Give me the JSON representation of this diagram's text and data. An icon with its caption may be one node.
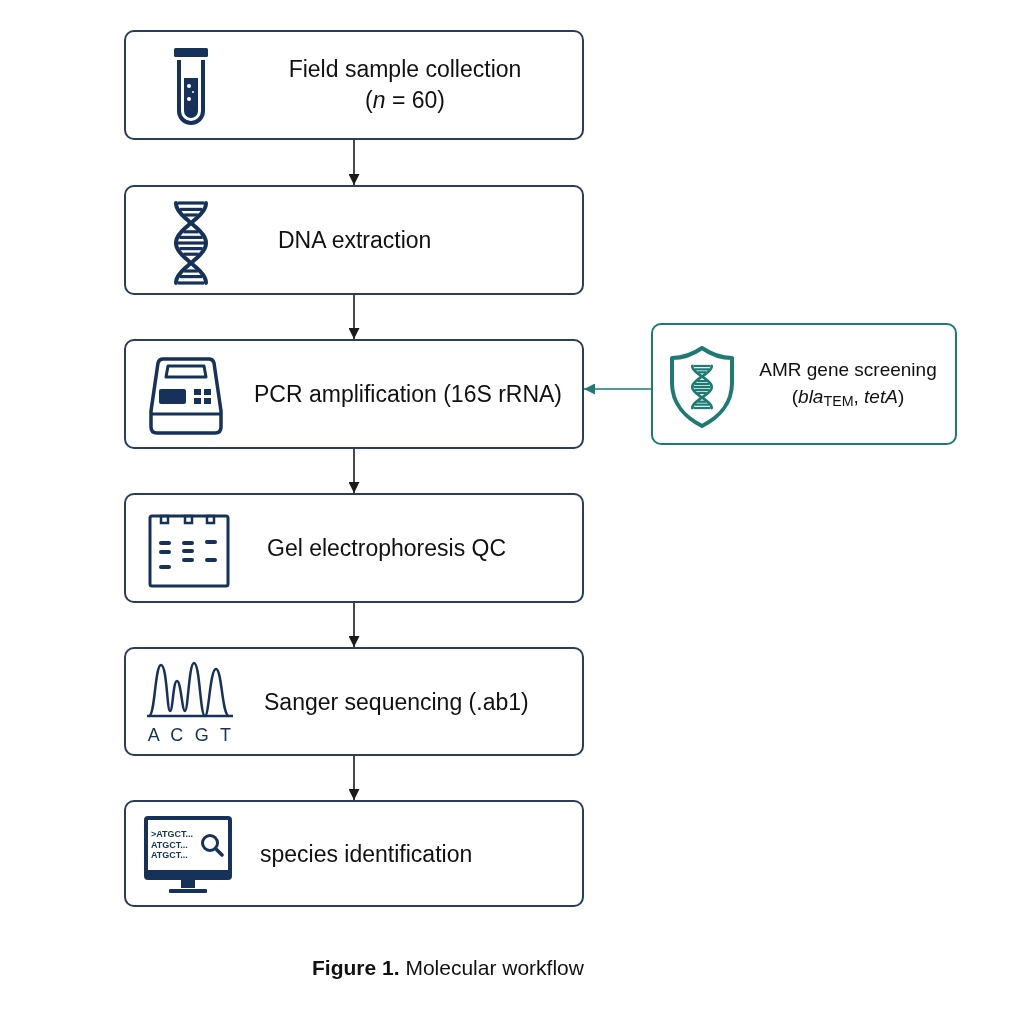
{
  "diagram": {
    "caption": "**Figure 1.** Molecular workflow",
    "nodes": [
      {
        "text": [
          "Field sample collection (*n* = 60)"
        ]
      },
      {
        "text": [
          "DNA extraction"
        ]
      },
      {
        "text": [
          "PCR amplification (16S rRNA)"
        ]
      },
      {
        "text": [
          "AMR gene screening (*bla*$_{TEM}$, *tetA*)"
        ]
      },
      {
        "text": [
          "Gel electrophoresis QC"
        ]
      },
      {
        "text": [
          "A C G T",
          "Sanger sequencing (.ab1)"
        ]
      },
      {
        "text": [
          ">ATGCT... ATGCT... ATGCT...",
          "species identification"
        ]
      }
    ],
    "edges": [
      {
        "from": 0,
        "to": 1,
        "arrow": "to"
      },
      {
        "from": 1,
        "to": 2,
        "arrow": "to"
      },
      {
        "from": 3,
        "to": 2,
        "arrow": "to",
        "color": "#1e7b73"
      },
      {
        "from": 2,
        "to": 4,
        "arrow": "to"
      },
      {
        "from": 4,
        "to": 5,
        "arrow": "to"
      },
      {
        "from": 5,
        "to": 6,
        "arrow": "to"
      }
    ]
  }
}
